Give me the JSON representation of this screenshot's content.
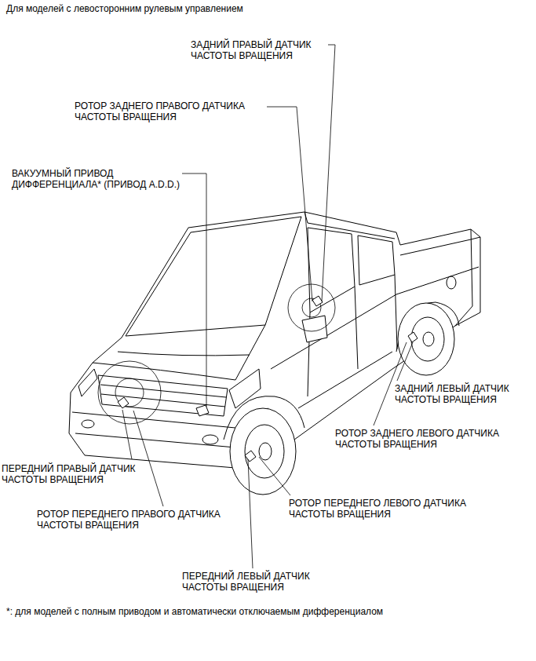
{
  "diagram": {
    "title": "Для моделей с левосторонним рулевым управлением",
    "caption": "*: для моделей с полным приводом и автоматически отключаемым дифференциалом",
    "labels": [
      "ЗАДНИЙ ПРАВЫЙ ДАТЧИК ЧАСТОТЫ ВРАЩЕНИЯ",
      "РОТОР ЗАДНЕГО ПРАВОГО ДАТЧИКА ЧАСТОТЫ ВРАЩЕНИЯ",
      "ВАКУУМНЫЙ ПРИВОД ДИФФЕРЕНЦИАЛА* (ПРИВОД A.D.D.)",
      "ЗАДНИЙ ЛЕВЫЙ ДАТЧИК ЧАСТОТЫ ВРАЩЕНИЯ",
      "РОТОР ЗАДНЕГО ЛЕВОГО ДАТЧИКА ЧАСТОТЫ ВРАЩЕНИЯ",
      "ПЕРЕДНИЙ ПРАВЫЙ ДАТЧИК ЧАСТОТЫ ВРАЩЕНИЯ",
      "РОТОР ПЕРЕДНЕГО ЛЕВОГО ДАТЧИКА ЧАСТОТЫ ВРАЩЕНИЯ",
      "РОТОР ПЕРЕДНЕГО ПРАВОГО ДАТЧИКА ЧАСТОТЫ ВРАЩЕНИЯ",
      "ПЕРЕДНИЙ ЛЕВЫЙ ДАТЧИК ЧАСТОТЫ ВРАЩЕНИЯ"
    ]
  }
}
